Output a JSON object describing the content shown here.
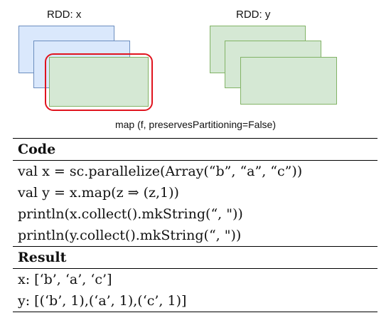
{
  "diagram": {
    "left_label": "RDD: x",
    "right_label": "RDD: y",
    "operation_label": "map (f, preservesPartitioning=False)",
    "colors": {
      "source_fill": "#dae8fc",
      "source_stroke": "#6c8ebf",
      "target_fill": "#d5e8d4",
      "target_stroke": "#82b366",
      "highlight": "#e0141e"
    }
  },
  "code_section": {
    "heading": "Code",
    "lines": [
      "val x = sc.parallelize(Array(“b”, “a”, “c”))",
      "val y = x.map(z ⇒ (z,1))",
      "println(x.collect().mkString(“, \"))",
      "println(y.collect().mkString(“, \"))"
    ]
  },
  "result_section": {
    "heading": "Result",
    "lines": [
      "x: [‘b’, ‘a’, ‘c’]",
      "y: [(‘b’, 1),(‘a’, 1),(‘c’, 1)]"
    ]
  }
}
